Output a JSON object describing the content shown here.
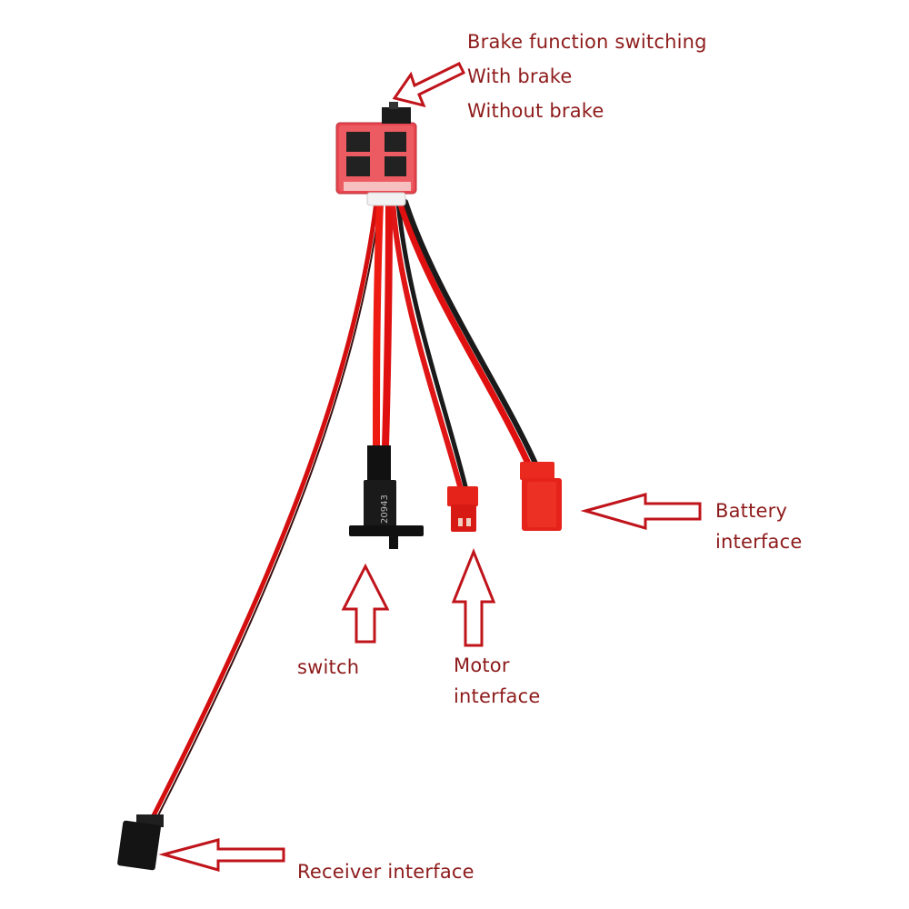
{
  "labels": {
    "brake": {
      "title": "Brake function switching",
      "option_on": "With brake",
      "option_off": "Without brake"
    },
    "battery": {
      "line1": "Battery",
      "line2": "interface"
    },
    "switch": "switch",
    "motor": {
      "line1": "Motor",
      "line2": "interface"
    },
    "receiver": "Receiver interface",
    "switch_marking": "20943"
  },
  "colors": {
    "label_text": "#8e1b1b",
    "arrow_outline": "#c0141b",
    "wire_red": "#e01010",
    "wire_black": "#1a1a1a",
    "board": "#e8454f",
    "connector_red": "#e5231b",
    "connector_black": "#141414"
  }
}
